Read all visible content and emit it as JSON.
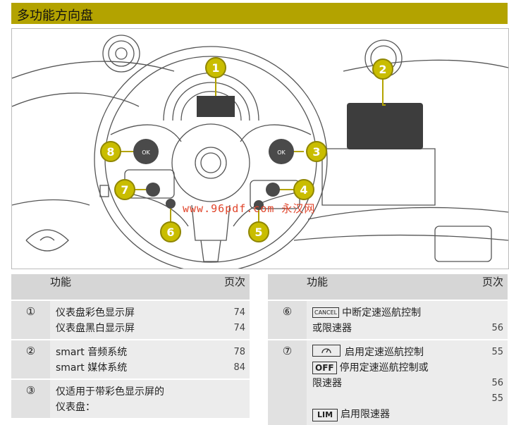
{
  "page": {
    "title": "多功能方向盘"
  },
  "figure": {
    "watermark": "www.96pdf.com 永汉网",
    "callouts": [
      "1",
      "2",
      "3",
      "4",
      "5",
      "6",
      "7",
      "8"
    ],
    "button_labels": {
      "ok_left": "OK",
      "ok_right": "OK"
    }
  },
  "table_left": {
    "headers": {
      "num": "",
      "function": "功能",
      "page": "页次"
    },
    "rows": [
      {
        "num": "①",
        "items": [
          {
            "text": "仪表盘彩色显示屏",
            "page": "74"
          },
          {
            "text": "仪表盘黑白显示屏",
            "page": "74"
          }
        ]
      },
      {
        "num": "②",
        "items": [
          {
            "text": "smart 音频系统",
            "page": "78"
          },
          {
            "text": "smart 媒体系统",
            "page": "84"
          }
        ]
      },
      {
        "num": "③",
        "items": [
          {
            "text": "仅适用于带彩色显示屏的仪表盘：",
            "page": ""
          }
        ]
      }
    ]
  },
  "table_right": {
    "headers": {
      "num": "",
      "function": "功能",
      "page": "页次"
    },
    "rows": [
      {
        "num": "⑥",
        "items": [
          {
            "icon": "CANCEL",
            "text": "中断定速巡航控制或限速器",
            "page": "56"
          }
        ]
      },
      {
        "num": "⑦",
        "items": [
          {
            "icon": "cruise",
            "text": "启用定速巡航控制",
            "page": "55"
          },
          {
            "icon": "OFF",
            "text": "停用定速巡航控制或限速器",
            "page": "56"
          },
          {
            "icon": "LIM",
            "text": "启用限速器",
            "page": "55"
          }
        ]
      }
    ]
  },
  "colors": {
    "accent": "#b3a300",
    "callout": "#c9bd00",
    "callout_border": "#8f8600"
  }
}
